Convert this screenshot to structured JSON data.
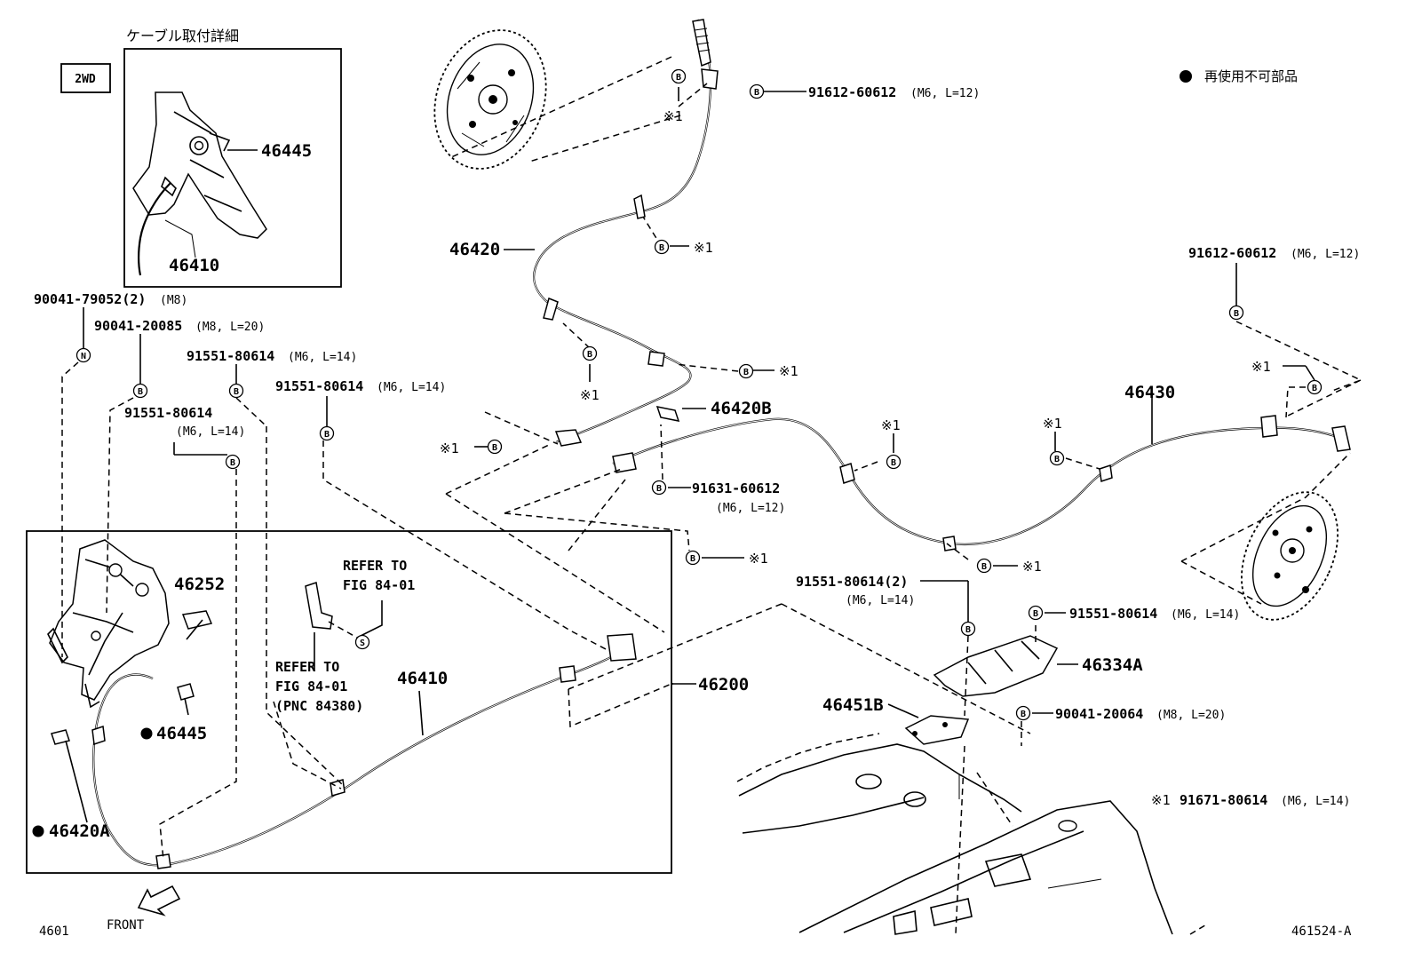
{
  "cable_detail_title": "ケーブル取付詳細",
  "drive_badge": "2WD",
  "legend_non_reusable": "再使用不可部品",
  "symbol_b": "B",
  "symbol_n": "N",
  "symbol_s": "S",
  "note_mark": "※1",
  "labels": {
    "p46445_detail": "46445",
    "p46410_detail": "46410",
    "p46420": "46420",
    "p46420b": "46420B",
    "p46430": "46430",
    "p46252": "46252",
    "p46445": "46445",
    "p46420a": "46420A",
    "p46410": "46410",
    "p46200": "46200",
    "p46334a": "46334A",
    "p46451b": "46451B",
    "b91612_top": "91612-60612",
    "b91612_top_spec": "(M6, L=12)",
    "b91612_right": "91612-60612",
    "b91612_right_spec": "(M6, L=12)",
    "b90041_79052": "90041-79052(2)",
    "b90041_79052_spec": "(M8)",
    "b90041_20085": "90041-20085",
    "b90041_20085_spec": "(M8, L=20)",
    "b91551_a": "91551-80614",
    "b91551_a_spec": "(M6, L=14)",
    "b91551_b": "91551-80614",
    "b91551_b_spec": "(M6, L=14)",
    "b91551_c": "91551-80614",
    "b91551_c_spec": "(M6, L=14)",
    "b91631": "91631-60612",
    "b91631_spec": "(M6, L=12)",
    "b91551_two": "91551-80614(2)",
    "b91551_two_spec": "(M6, L=14)",
    "b91551_right": "91551-80614",
    "b91551_right_spec": "(M6, L=14)",
    "b90041_20064": "90041-20064",
    "b90041_20064_spec": "(M8, L=20)",
    "note_def_code": "91671-80614",
    "note_def_spec": "(M6, L=14)",
    "refer1_line1": "REFER TO",
    "refer1_line2": "FIG 84-01",
    "refer2_line1": "REFER TO",
    "refer2_line2": "FIG 84-01",
    "refer2_line3": "(PNC 84380)",
    "front": "FRONT",
    "page_code": "4601",
    "figure_code": "461524-A"
  }
}
